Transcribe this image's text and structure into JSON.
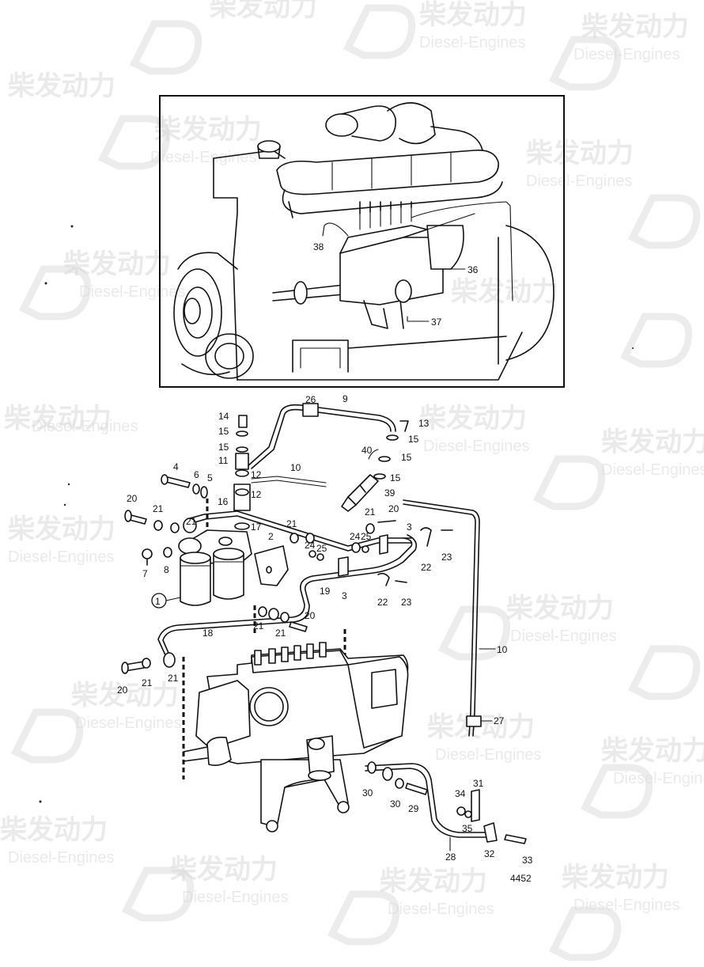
{
  "watermark": {
    "brand_cn": "柴发动力",
    "brand_en": "Diesel-Engines"
  },
  "drawing_number": "4452",
  "inset_labels": {
    "l36": "36",
    "l37": "37",
    "l38": "38"
  },
  "part_labels": {
    "l1": "1",
    "l2": "2",
    "l3a": "3",
    "l3b": "3",
    "l4": "4",
    "l5": "5",
    "l6": "6",
    "l7": "7",
    "l8": "8",
    "l9": "9",
    "l10a": "10",
    "l10b": "10",
    "l11": "11",
    "l12a": "12",
    "l12b": "12",
    "l13": "13",
    "l14": "14",
    "l15a": "15",
    "l15b": "15",
    "l15c": "15",
    "l15d": "15",
    "l15e": "15",
    "l16": "16",
    "l17": "17",
    "l18": "18",
    "l19": "19",
    "l20a": "20",
    "l20b": "20",
    "l20c": "20",
    "l20d": "20",
    "l21a": "21",
    "l21b": "21",
    "l21c": "21",
    "l21d": "21",
    "l21e": "21",
    "l21f": "21",
    "l21g": "21",
    "l21h": "21",
    "l22a": "22",
    "l22b": "22",
    "l23a": "23",
    "l23b": "23",
    "l24": "24",
    "l25": "25",
    "l26": "26",
    "l27": "27",
    "l28": "28",
    "l29": "29",
    "l30a": "30",
    "l30b": "30",
    "l31": "31",
    "l32": "32",
    "l33": "33",
    "l34": "34",
    "l35": "35",
    "l39": "39",
    "l40": "40"
  }
}
